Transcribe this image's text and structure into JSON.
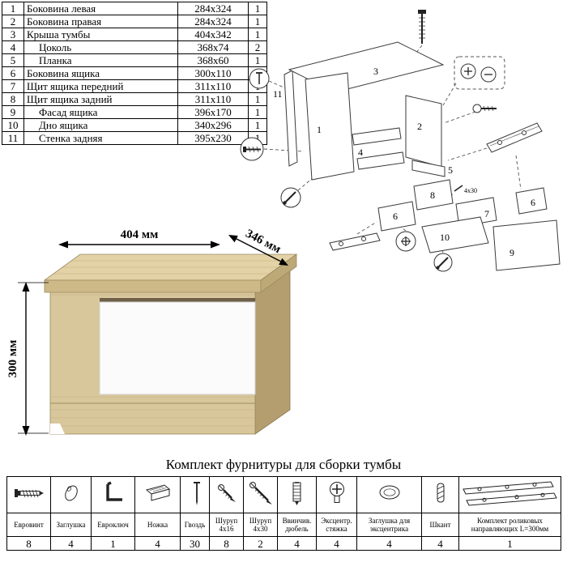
{
  "parts_table": {
    "rows": [
      {
        "num": "1",
        "name": "Боковина левая",
        "size": "284х324",
        "qty": "1"
      },
      {
        "num": "2",
        "name": "Боковина правая",
        "size": "284х324",
        "qty": "1"
      },
      {
        "num": "3",
        "name": "Крыша тумбы",
        "size": "404х342",
        "qty": "1"
      },
      {
        "num": "4",
        "name": "Цоколь",
        "size": "368х74",
        "qty": "2"
      },
      {
        "num": "5",
        "name": "Планка",
        "size": "368х60",
        "qty": "1"
      },
      {
        "num": "6",
        "name": "Боковина ящика",
        "size": "300х110",
        "qty": "2"
      },
      {
        "num": "7",
        "name": "Щит ящика передний",
        "size": "311х110",
        "qty": "1"
      },
      {
        "num": "8",
        "name": "Щит ящика задний",
        "size": "311х110",
        "qty": "1"
      },
      {
        "num": "9",
        "name": "Фасад ящика",
        "size": "396х170",
        "qty": "1"
      },
      {
        "num": "10",
        "name": "Дно ящика",
        "size": "340х296",
        "qty": "1"
      },
      {
        "num": "11",
        "name": "Стенка задняя",
        "size": "395х230",
        "qty": "1"
      }
    ]
  },
  "product": {
    "width_label": "404 мм",
    "depth_label": "346 мм",
    "height_label": "300 мм",
    "wood_color": "#d9c79c",
    "drawer_color": "#fbfbfb"
  },
  "exploded": {
    "part_labels": [
      "1",
      "2",
      "3",
      "4",
      "5",
      "6",
      "6",
      "7",
      "8",
      "9",
      "10",
      "11"
    ],
    "annotation": "4х30"
  },
  "hardware": {
    "title": "Комплект фурнитуры для сборки тумбы",
    "items": [
      {
        "icon": "euroscrew-icon",
        "name": "Евровинт",
        "qty": "8"
      },
      {
        "icon": "plug-icon",
        "name": "Заглушка",
        "qty": "4"
      },
      {
        "icon": "hexkey-icon",
        "name": "Евроключ",
        "qty": "1"
      },
      {
        "icon": "foot-icon",
        "name": "Ножка",
        "qty": "4"
      },
      {
        "icon": "nail-icon",
        "name": "Гвоздь",
        "qty": "30"
      },
      {
        "icon": "screw-4x16-icon",
        "name": "Шуруп 4х16",
        "qty": "8"
      },
      {
        "icon": "screw-4x30-icon",
        "name": "Шуруп 4х30",
        "qty": "2"
      },
      {
        "icon": "dowel-screw-icon",
        "name": "Ввинчив. дюбель",
        "qty": "4"
      },
      {
        "icon": "camlock-icon",
        "name": "Эксцентр. стяжка",
        "qty": "4"
      },
      {
        "icon": "cam-cover-icon",
        "name": "Заглушка для эксцентрика",
        "qty": "4"
      },
      {
        "icon": "dowel-icon",
        "name": "Шкант",
        "qty": "4"
      },
      {
        "icon": "rail-set-icon",
        "name": "Комплект роликовых направляющих L=300мм",
        "qty": "1"
      }
    ]
  }
}
